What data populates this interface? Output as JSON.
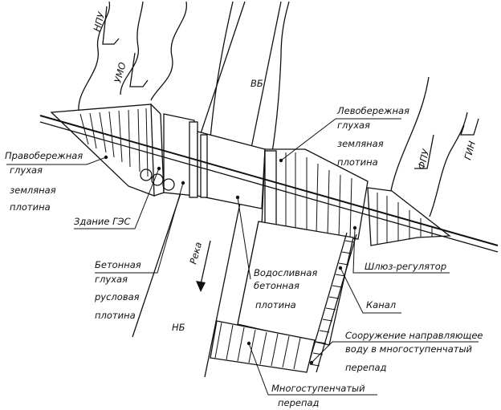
{
  "labels": {
    "npu": "НПУ",
    "umo": "УМО",
    "vb": "ВБ",
    "nb": "НБ",
    "fpu": "ФПУ",
    "gin": "ГИН",
    "river": "Река",
    "right_dam": [
      "Правобережная",
      "глухая",
      "земляная",
      "плотина"
    ],
    "hpp": "Здание ГЭС",
    "concrete_dam": [
      "Бетонная",
      "глухая",
      "русловая",
      "плотина"
    ],
    "spillway": [
      "Водосливная",
      "бетонная",
      "плотина"
    ],
    "left_dam": [
      "Левобережная",
      "глухая",
      "земляная",
      "плотина"
    ],
    "lock": "Шлюз-регулятор",
    "canal": "Канал",
    "guide_structure": [
      "Сооружение направляющее",
      "воду в многоступенчатый",
      "перепад"
    ],
    "drop": [
      "Многоступенчатый",
      "перепад"
    ]
  }
}
